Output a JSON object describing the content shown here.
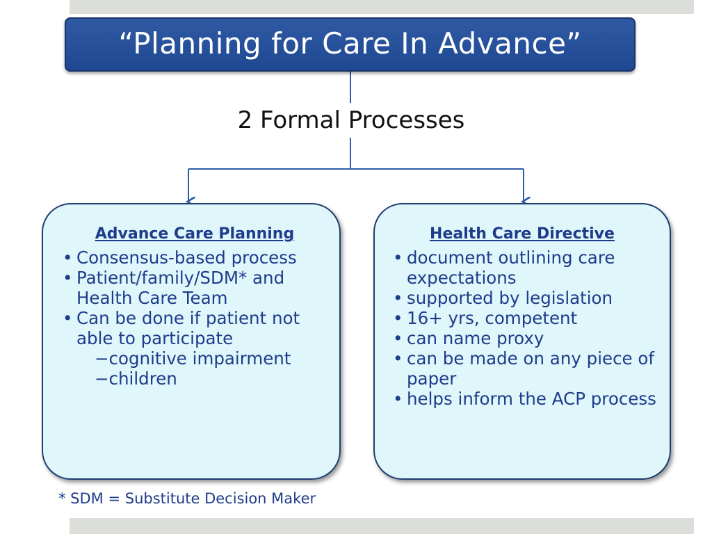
{
  "title": "“Planning for Care In Advance”",
  "subtitle": "2 Formal Processes",
  "left_box": {
    "heading": "Advance Care Planning",
    "items": [
      "Consensus-based process",
      "Patient/family/SDM* and Health Care Team",
      "Can be done if patient not able to participate"
    ],
    "sub_items": [
      "−cognitive impairment",
      "−children"
    ]
  },
  "right_box": {
    "heading": "Health Care Directive",
    "items": [
      "document outlining care expectations",
      "supported by legislation",
      "16+ yrs, competent",
      "can name proxy",
      "can be made on any piece of paper",
      "helps inform the ACP process"
    ]
  },
  "footnote": "* SDM = Substitute Decision Maker",
  "bullet_char": "•",
  "colors": {
    "title_bar": "#2553a0",
    "title_text": "#ffffff",
    "box_fill": "#dff6fb",
    "box_border": "#1f3d72",
    "box_text": "#1f3c8a",
    "connector": "#2d5da6",
    "band": "#dcdfd9"
  }
}
